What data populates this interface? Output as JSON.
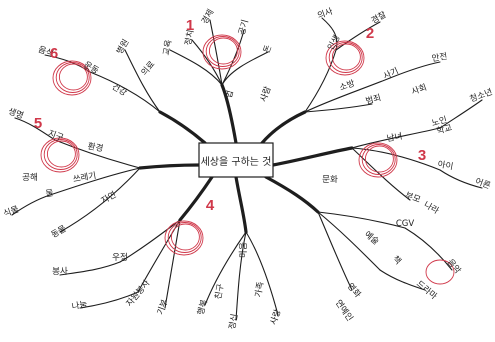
{
  "center": {
    "text": "세상을 구하는 것"
  },
  "colors": {
    "ink": "#1e1e1e",
    "accent": "#d0384a"
  },
  "annotations": [
    {
      "number": "1"
    },
    {
      "number": "2"
    },
    {
      "number": "3"
    },
    {
      "number": "4"
    },
    {
      "number": "5"
    },
    {
      "number": "6"
    }
  ],
  "labels": {
    "top": [
      "경제",
      "공기",
      "돈",
      "교육",
      "정치",
      "법",
      "사람"
    ],
    "upper_right": [
      "인생",
      "의사",
      "경찰",
      "소방",
      "사기",
      "범죄",
      "안전",
      "사회",
      "학교"
    ],
    "right": [
      "남녀",
      "노인",
      "청소년",
      "아이",
      "어른",
      "부모",
      "나라"
    ],
    "lower_right": [
      "문화",
      "예술",
      "영화",
      "CGV",
      "드라마",
      "음악",
      "책",
      "연예인"
    ],
    "bottom": [
      "마음",
      "정신",
      "사랑",
      "행복",
      "가족",
      "친구"
    ],
    "lower_left": [
      "우정",
      "봉사",
      "나눔",
      "기부",
      "자원봉사"
    ],
    "left": [
      "환경",
      "지구",
      "생명",
      "물",
      "식물",
      "동물",
      "자연",
      "쓰레기",
      "공해"
    ],
    "upper_left": [
      "건강",
      "운동",
      "음식",
      "병원",
      "의료"
    ]
  }
}
